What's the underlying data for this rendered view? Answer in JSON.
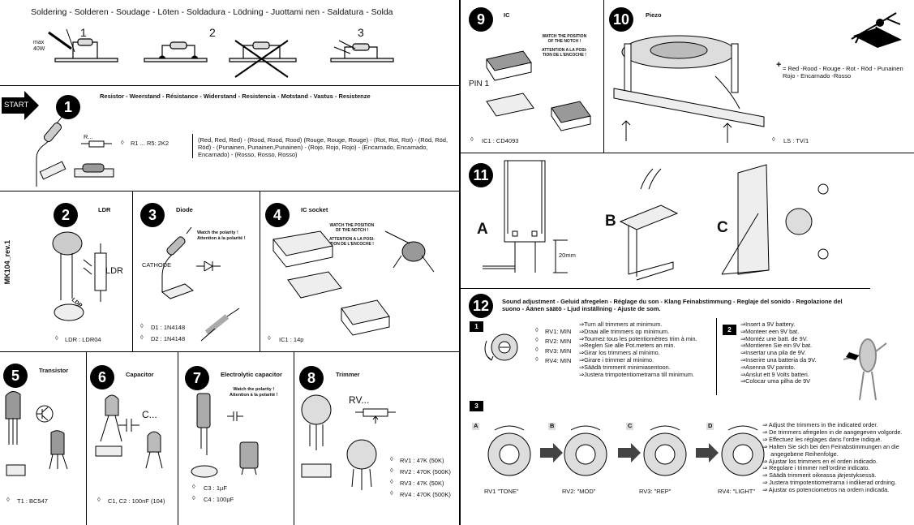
{
  "soldering_title": "Soldering - Solderen - Soudage - Löten - Soldadura - Lödning - Juottami nen - Saldatura - Solda",
  "solder_steps": [
    "1",
    "2",
    "3"
  ],
  "max_power": "max\n40W",
  "start_label": "START",
  "side_label": "MK104_rev.1",
  "s1": {
    "num": "1",
    "heading": "Resistor - Weerstand - Résistance - Widerstand - Resistencia - Motstand - Vastus - Resistenze",
    "symbol": "R...",
    "part": "R1 ... R5: 2K2",
    "colors": "(Red, Red, Red) - (Rood, Rood, Rood) (Rouge, Rouge, Rouge) - (Rot, Rot, Rot) - (Röd, Röd,\nRöd) - (Punainen, Punainen,Punainen) - (Rojo, Rojo, Rojo) - (Encarnado, Encarnado,\nEncarnado) - (Rosso, Rosso, Rosso)"
  },
  "s2": {
    "num": "2",
    "title": "LDR",
    "symbol": "LDR",
    "body_label": "LDR",
    "part": "LDR : LDR04"
  },
  "s3": {
    "num": "3",
    "title": "Diode",
    "warn": "Watch the polarity !\nAttention à la polarité !",
    "cathode": "CATHODE",
    "parts": [
      "D1  : 1N4148",
      "D2  : 1N4148"
    ]
  },
  "s4": {
    "num": "4",
    "title": "IC socket",
    "warn": "WATCH THE POSITION\nOF THE NOTCH !\n\nATTENTION A LA POSI-\nTION DE L'ENCOCHE !",
    "part": "IC1  :  14p"
  },
  "s5": {
    "num": "5",
    "title": "Transistor",
    "part": "T1 :  BC547"
  },
  "s6": {
    "num": "6",
    "title": "Capacitor",
    "symbol": "C...",
    "part": "C1, C2 : 100nF (104)"
  },
  "s7": {
    "num": "7",
    "title": "Electrolytic capacitor",
    "warn": "Watch the polarity !\nAttention à la polarité !",
    "parts": [
      "C3  : 1µF",
      "C4  : 100µF"
    ]
  },
  "s8": {
    "num": "8",
    "title": "Trimmer",
    "symbol": "RV...",
    "parts": [
      "RV1 :  47K    (50K)",
      "RV2 :  470K  (500K)",
      "RV3 :  47K    (50K)",
      "RV4 :  470K  (500K)"
    ]
  },
  "s9": {
    "num": "9",
    "title": "IC",
    "warn": "WATCH THE POSITION\nOF THE NOTCH !\n\nATTENTION A LA POSI-\nTION DE L'ENCOCHE !",
    "pin": "PIN 1",
    "part": "IC1  :  CD4093"
  },
  "s10": {
    "num": "10",
    "title": "Piezo",
    "plus": "+",
    "legend": "= Red -Rood - Rouge - Rot - Röd - Punainen\nRojo - Encarnado -Rosso",
    "part": "LS  : TV/1"
  },
  "s11": {
    "num": "11",
    "labels": [
      "A",
      "B",
      "C"
    ],
    "dim": "20mm"
  },
  "s12": {
    "num": "12",
    "heading": "Sound adjustment - Geluid afregelen - Réglage du son - Klang Feinabstimmung - Reglaje del sonido - Regolazione del\nsuono - Äänen säätö - Ljud inställning - Ajuste de som.",
    "step1": {
      "num": "1",
      "rv_list": [
        "RV1: MIN",
        "RV2: MIN",
        "RV3: MIN",
        "RV4: MIN"
      ],
      "text": "⇒Turn all trimmers at minimum.\n⇒Draai alle trimmers op minimum.\n⇒Tournez tous les potentiomètres trim à min.\n⇒Reglen Sie alle Pot.meters an min.\n⇒Girar los trimmers al mínimo.\n⇒Girare i trimmer al minimo.\n⇒Säädä trimmerit minimiasentoon.\n⇒Justera trimpotentiometrarna till minimum."
    },
    "step2": {
      "num": "2",
      "text": "⇒Insert a 9V battery.\n⇒Monteer een 9V bat.\n⇒Montéz une batt. de 9V.\n⇒Montieren Sie ein 9V bat.\n⇒Insertar una pila de 9V.\n⇒Inserire una batteria da 9V.\n⇒Asenna 9V paristo.\n⇒Anslut ett 9 Volts batteri.\n⇒Colocar uma pilha de 9V"
    },
    "step3": {
      "num": "3",
      "letters": [
        "A",
        "B",
        "C",
        "D"
      ],
      "captions": [
        "RV1 \"TONE\"",
        "RV2: \"MOD\"",
        "RV3: \"REP\"",
        "RV4: \"LIGHT\""
      ],
      "text": "⇒ Adjust the trimmers in the indicated order.\n⇒ De trimmers afregelen in de aangegeven volgorde.\n⇒ Effectuez les réglages dans l'ordre indiqué.\n⇒ Halten Sie sich bei den Feinabstimmungen an die\n     angegebene Reihenfolge.\n⇒ Ajustar los trimmers en el orden indicado.\n⇒ Regolare i trimmer nell'ordine indicato.\n⇒ Säädä trimmerit oikeassa järjestyksessä.\n⇒ Justera trimpotentiometrarna i indikerad ordning.\n⇒ Ajustar os potenciometros na ordem indicada."
    }
  }
}
